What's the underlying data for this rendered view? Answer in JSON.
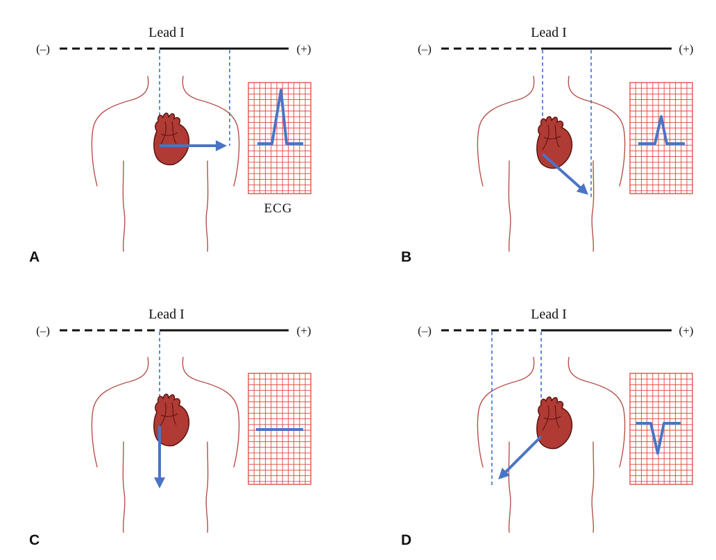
{
  "figure": {
    "colors": {
      "body_outline": "#b5504a",
      "heart_fill": "#b03a34",
      "heart_stroke": "#5a1410",
      "vector_arrow": "#4a74c6",
      "projection_line": "#3a6fd0",
      "ecg_grid": "#e0443c",
      "lead_line": "#111111"
    },
    "ecg_caption": "ECG",
    "panels": [
      {
        "letter": "A",
        "lead_label": "Lead I",
        "neg_label": "(–)",
        "pos_label": "(+)",
        "vector": "horizontal-right",
        "ecg_deflection": "large-positive"
      },
      {
        "letter": "B",
        "lead_label": "Lead I",
        "neg_label": "(–)",
        "pos_label": "(+)",
        "vector": "down-right",
        "ecg_deflection": "small-positive"
      },
      {
        "letter": "C",
        "lead_label": "Lead I",
        "neg_label": "(–)",
        "pos_label": "(+)",
        "vector": "straight-down",
        "ecg_deflection": "flat"
      },
      {
        "letter": "D",
        "lead_label": "Lead I",
        "neg_label": "(–)",
        "pos_label": "(+)",
        "vector": "down-left",
        "ecg_deflection": "small-negative"
      }
    ]
  }
}
